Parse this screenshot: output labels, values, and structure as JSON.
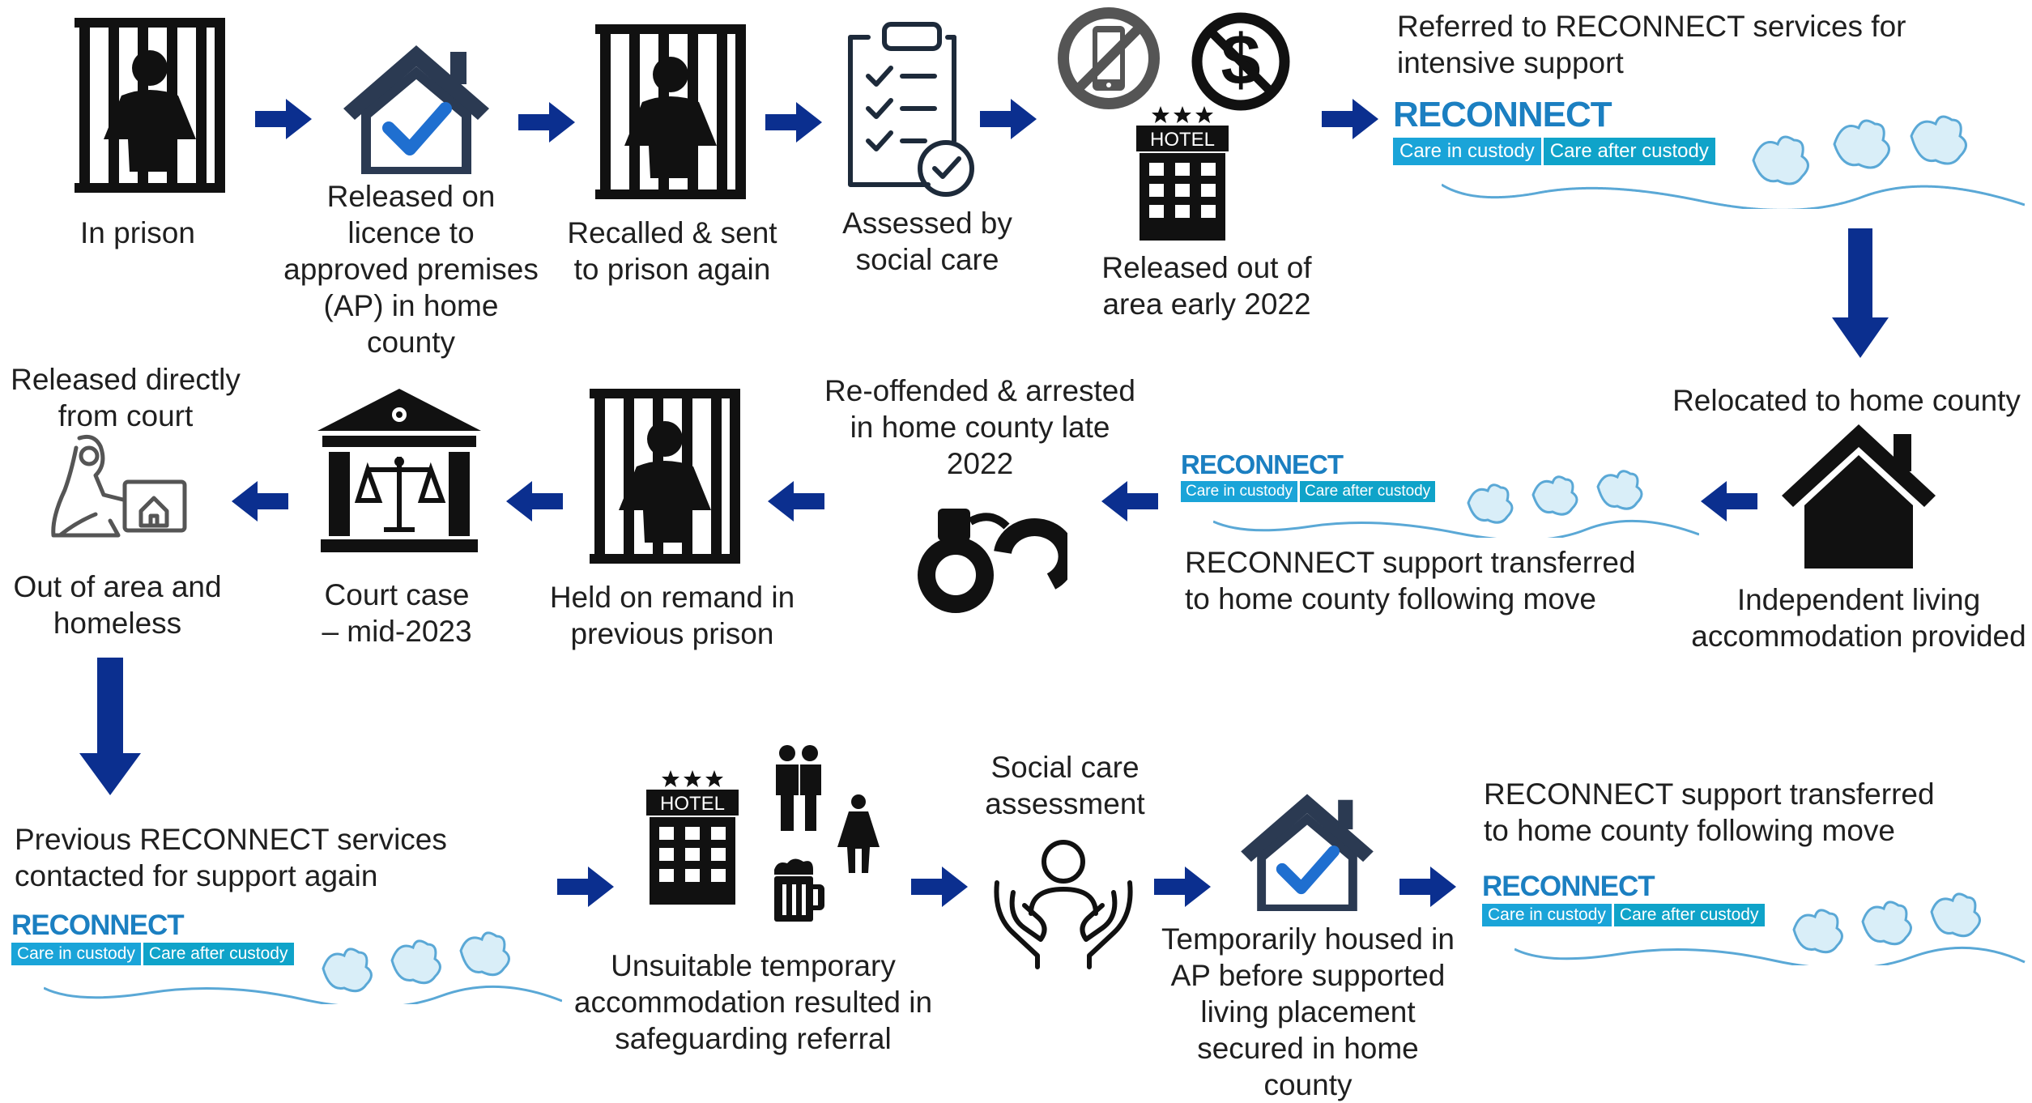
{
  "colors": {
    "arrow": "#0b2f8f",
    "reconnect_blue": "#1b7fc1",
    "reconnect_bar": "#1aa4d8",
    "icon": "#111111",
    "house": "#2b3a52",
    "check": "#1f6fd0"
  },
  "reconnect": {
    "word": "RECONNECT",
    "tag1": "Care in custody",
    "tag2": "Care after custody"
  },
  "hotel_sign": "HOTEL",
  "steps": {
    "in_prison": "In prison",
    "released_licence": "Released on\nlicence to\napproved premises\n(AP) in home\ncounty",
    "recalled": "Recalled & sent\nto prison again",
    "assessed": "Assessed by\nsocial care",
    "released_out_area": "Released out of\narea early 2022",
    "referred": "Referred to RECONNECT services for\nintensive support",
    "relocated": "Relocated to home county",
    "independent": "Independent living\naccommodation provided",
    "transferred_1": "RECONNECT support transferred\nto home county following move",
    "reoffended": "Re-offended & arrested\nin home county late\n2022",
    "remand": "Held on remand in\nprevious prison",
    "court": "Court case\n– mid-2023",
    "released_court": "Released directly\nfrom court",
    "homeless": "Out of area and\nhomeless",
    "previous_reconnect": "Previous RECONNECT services\ncontacted for support again",
    "unsuitable": "Unsuitable temporary\naccommodation resulted in\nsafeguarding referral",
    "social_assessment": "Social care\nassessment",
    "temporarily_housed": "Temporarily housed in\nAP before supported\nliving placement\nsecured in home\ncounty",
    "transferred_2": "RECONNECT support transferred\nto home county following move"
  },
  "icons": [
    "prison-bars-icon",
    "house-check-icon",
    "clipboard-check-icon",
    "no-phone-icon",
    "no-money-icon",
    "hotel-icon",
    "house-icon",
    "handcuffs-icon",
    "courthouse-icon",
    "homeless-person-icon",
    "couple-icon",
    "woman-icon",
    "beer-icon",
    "care-hands-icon"
  ]
}
